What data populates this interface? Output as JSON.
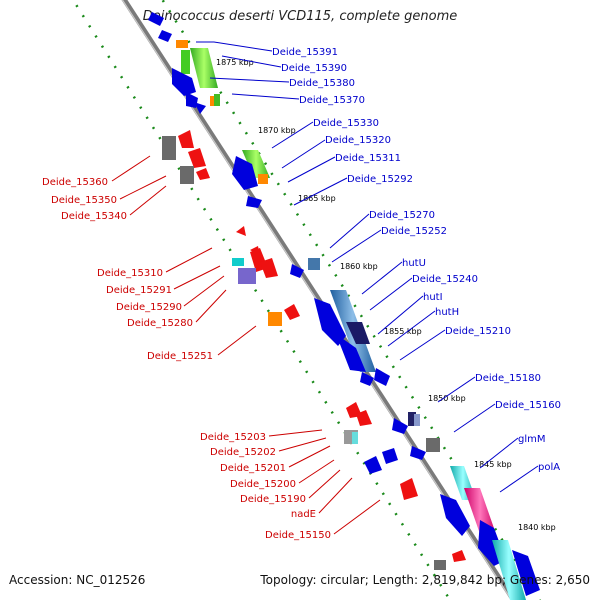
{
  "title": "Deinococcus deserti VCD115, complete genome",
  "footer": {
    "accession": "Accession: NC_012526",
    "summary": "Topology: circular; Length: 2,819,842 bp; Genes: 2,650"
  },
  "colors": {
    "forward_label": "#0000cc",
    "reverse_label": "#cc0000",
    "tick_dots": "#1a8a1a",
    "axis": "#777777"
  },
  "ticks": [
    "1875 kbp",
    "1870 kbp",
    "1865 kbp",
    "1860 kbp",
    "1855 kbp",
    "1850 kbp",
    "1845 kbp",
    "1840 kbp"
  ],
  "forward_labels": [
    "Deide_15391",
    "Deide_15390",
    "Deide_15380",
    "Deide_15370",
    "Deide_15330",
    "Deide_15320",
    "Deide_15311",
    "Deide_15292",
    "Deide_15270",
    "Deide_15252",
    "hutU",
    "Deide_15240",
    "hutI",
    "hutH",
    "Deide_15210",
    "Deide_15180",
    "Deide_15160",
    "glmM",
    "polA"
  ],
  "reverse_labels": [
    "Deide_15360",
    "Deide_15350",
    "Deide_15340",
    "Deide_15310",
    "Deide_15291",
    "Deide_15290",
    "Deide_15280",
    "Deide_15251",
    "Deide_15203",
    "Deide_15202",
    "Deide_15201",
    "Deide_15200",
    "Deide_15190",
    "nadE",
    "Deide_15150"
  ]
}
